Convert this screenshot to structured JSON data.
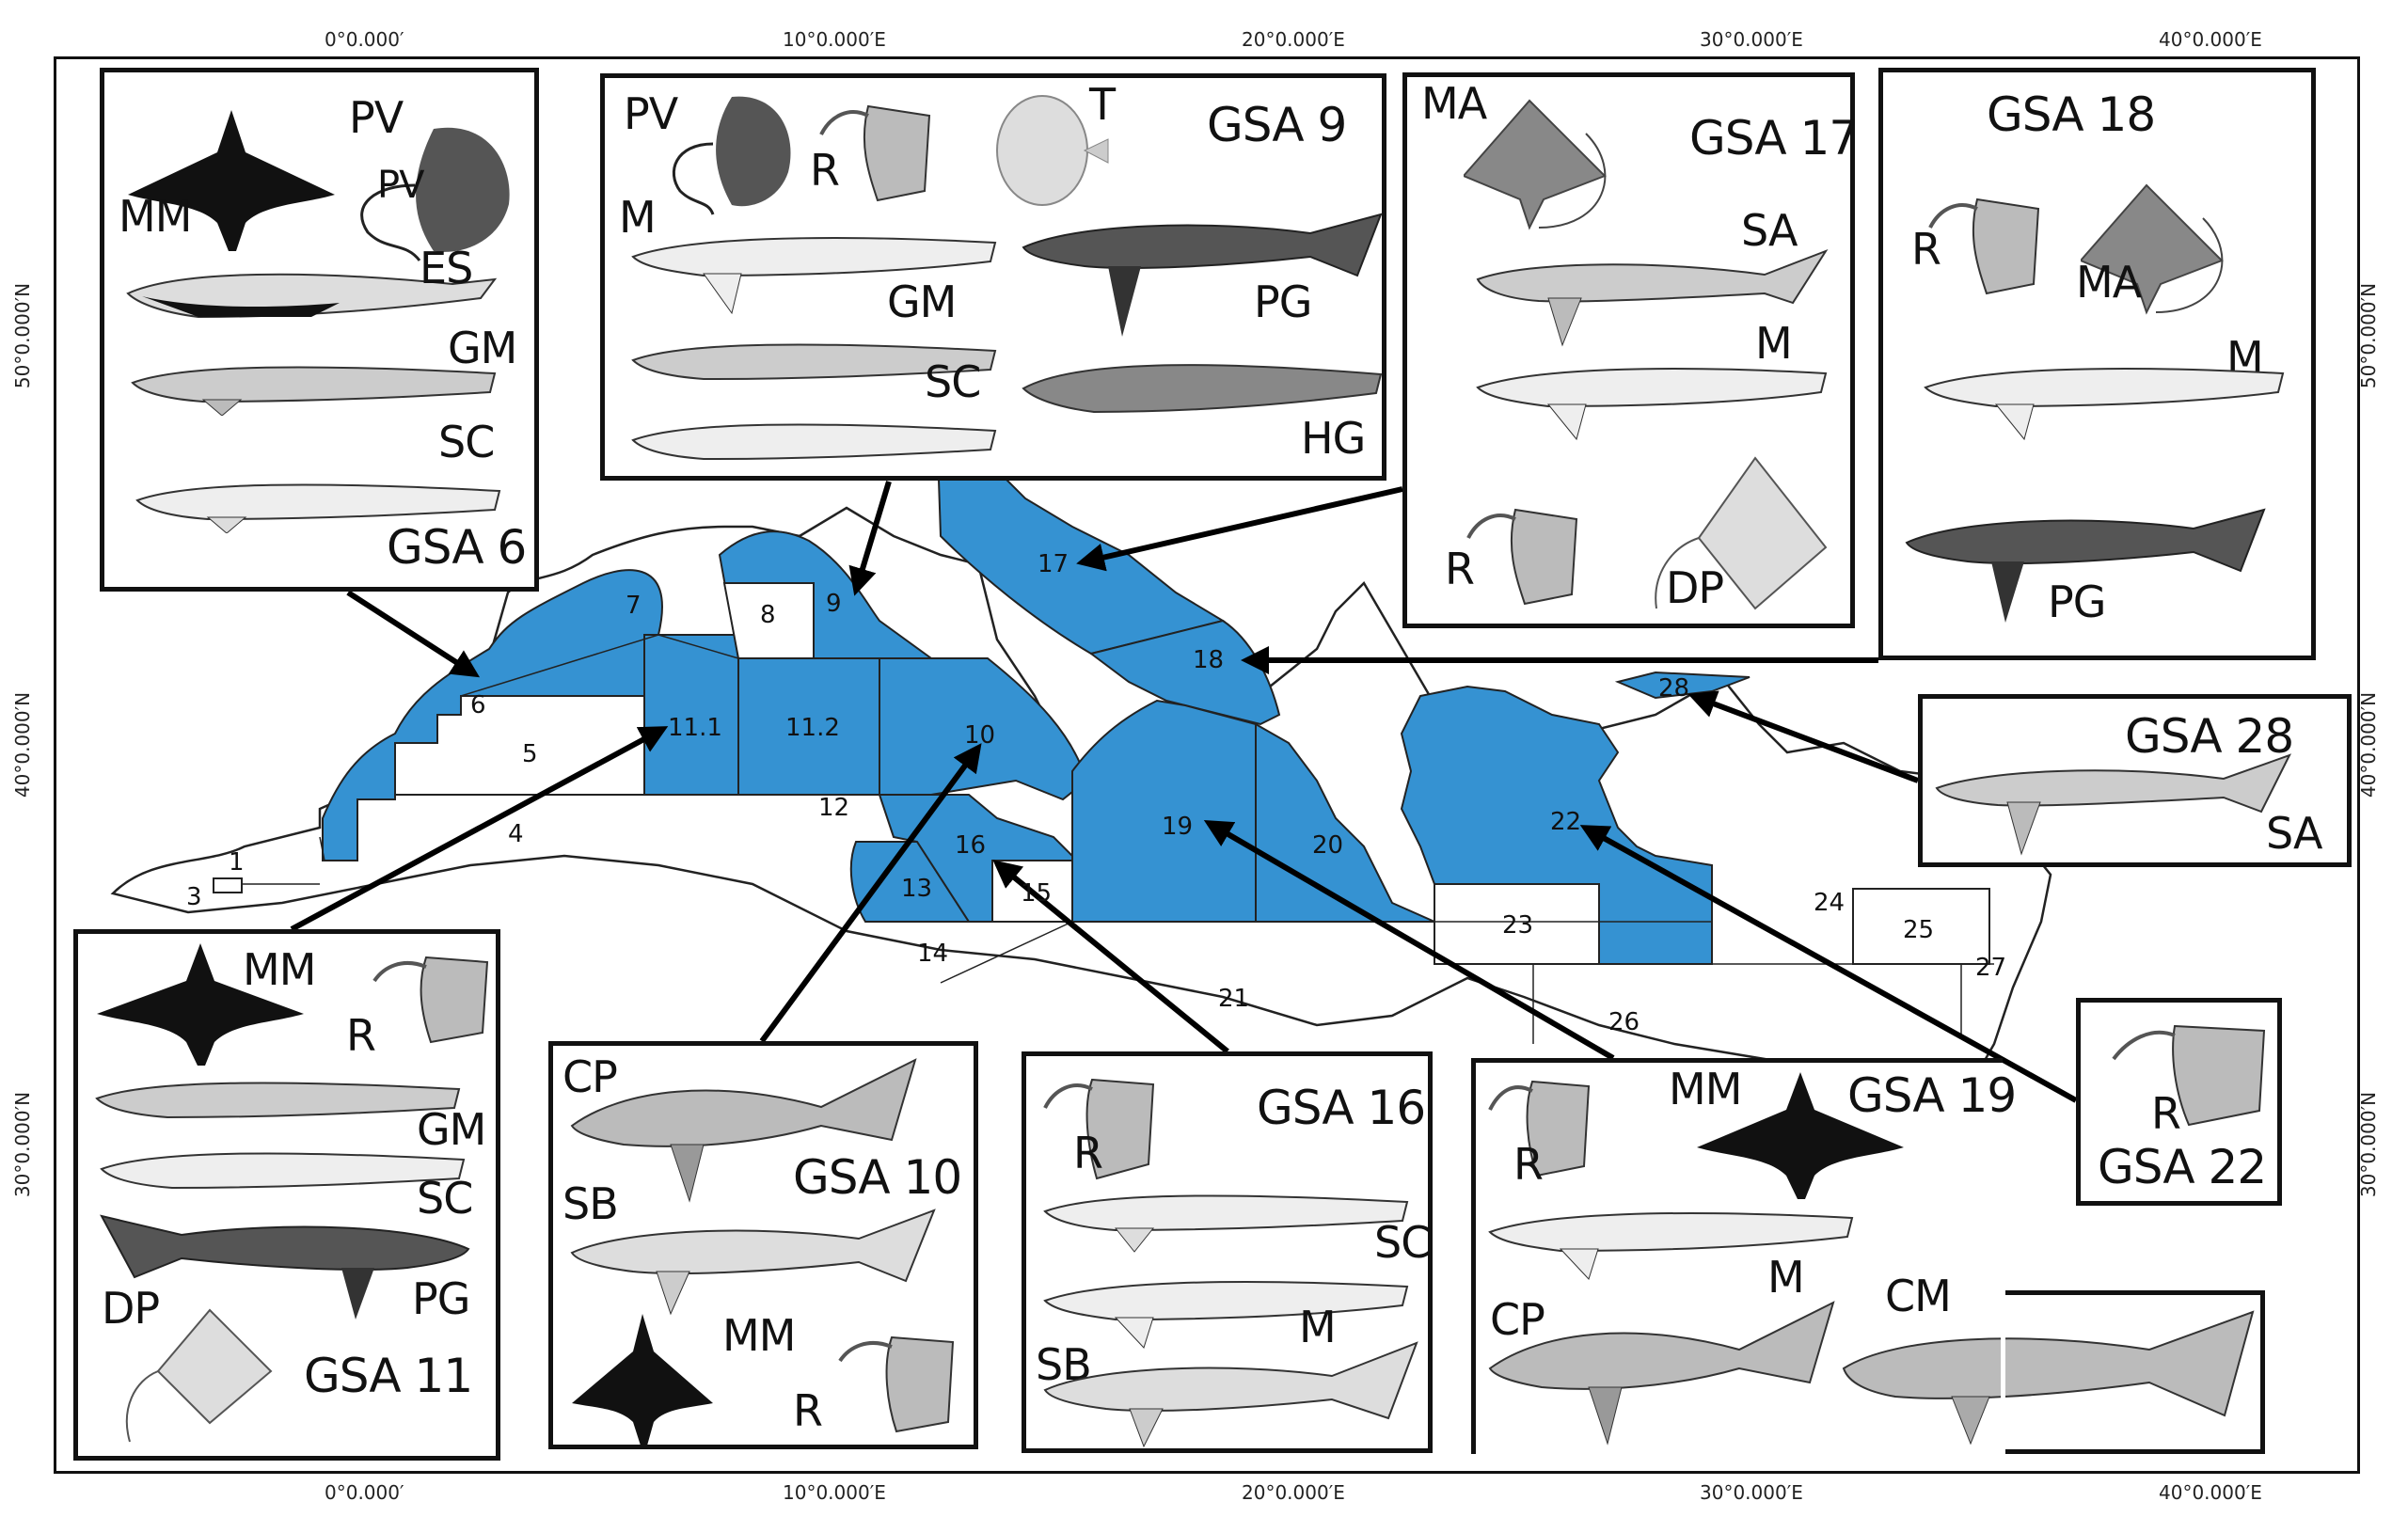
{
  "map": {
    "title": "",
    "highlight_color": "#3592d2",
    "land_color": "#ffffff",
    "coordinate_labels": {
      "top": [
        "0°0.000′",
        "10°0.000′E",
        "20°0.000′E",
        "30°0.000′E",
        "40°0.000′E"
      ],
      "bottom": [
        "0°0.000′",
        "10°0.000′E",
        "20°0.000′E",
        "30°0.000′E",
        "40°0.000′E"
      ],
      "left": [
        "50°0.000′N",
        "40°0.000′N",
        "30°0.000′N"
      ],
      "right": [
        "50°0.000′N",
        "40°0.000′N",
        "30°0.000′N"
      ]
    },
    "gsa_area_labels": [
      "1",
      "3",
      "4",
      "5",
      "6",
      "7",
      "8",
      "9",
      "10",
      "11.1",
      "11.2",
      "12",
      "13",
      "14",
      "15",
      "16",
      "17",
      "18",
      "19",
      "20",
      "21",
      "22",
      "23",
      "24",
      "25",
      "26",
      "27",
      "28"
    ],
    "highlighted_gsas": [
      "6",
      "9",
      "10",
      "11.1",
      "11.2",
      "13",
      "16",
      "17",
      "18",
      "19",
      "20",
      "22",
      "28"
    ]
  },
  "panels": {
    "gsa6": {
      "title": "GSA 6",
      "species": [
        "MM",
        "PV",
        "PV",
        "ES",
        "GM",
        "SC"
      ]
    },
    "gsa9": {
      "title": "GSA 9",
      "species": [
        "PV",
        "R",
        "T",
        "M",
        "GM",
        "PG",
        "SC",
        "HG"
      ]
    },
    "gsa17": {
      "title": "GSA 17",
      "species": [
        "MA",
        "SA",
        "M",
        "R",
        "DP"
      ]
    },
    "gsa18": {
      "title": "GSA 18",
      "species": [
        "R",
        "MA",
        "M",
        "PG"
      ]
    },
    "gsa28": {
      "title": "GSA 28",
      "species": [
        "SA"
      ]
    },
    "gsa11": {
      "title": "GSA 11",
      "species": [
        "MM",
        "R",
        "GM",
        "SC",
        "PG",
        "DP"
      ]
    },
    "gsa10": {
      "title": "GSA 10",
      "species": [
        "CP",
        "SB",
        "MM",
        "R"
      ]
    },
    "gsa16": {
      "title": "GSA 16",
      "species": [
        "R",
        "SC",
        "M",
        "SB"
      ]
    },
    "gsa19": {
      "title": "GSA 19",
      "species": [
        "MM",
        "R",
        "M",
        "CP",
        "CM"
      ]
    },
    "gsa22": {
      "title": "GSA 22",
      "species": [
        "R"
      ]
    }
  }
}
